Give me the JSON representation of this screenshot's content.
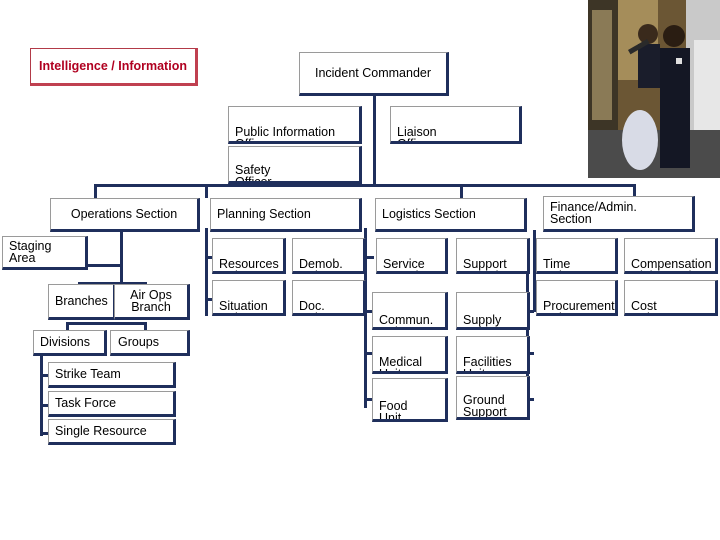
{
  "intel": "Intelligence / Information",
  "commander": "Incident Commander",
  "command_staff": {
    "public_info": "Public Information\nOfficer",
    "liaison": "Liaison\nOfficer",
    "safety": "Safety\nOfficer"
  },
  "sections": {
    "operations": "Operations Section",
    "planning": "Planning Section",
    "logistics": "Logistics Section",
    "finance": "Finance/Admin.\nSection"
  },
  "operations": {
    "staging": "Staging Area",
    "branches": "Branches",
    "air_ops": "Air Ops\nBranch",
    "divisions": "Divisions",
    "groups": "Groups",
    "strike_team": "Strike Team",
    "task_force": "Task Force",
    "single_resource": "Single Resource"
  },
  "planning": {
    "resources": "Resources\nUnit",
    "demob": "Demob.\nUnit",
    "situation": "Situation\nUnit",
    "doc": "Doc.\nUnit"
  },
  "logistics": {
    "service": "Service\nBranch",
    "support": "Support\nBranch",
    "commun": "Commun.\nUnit",
    "supply": "Supply\nUnit",
    "medical": "Medical\nUnit",
    "facilities": "Facilities\nUnit",
    "food": "Food\nUnit",
    "ground_support": "Ground\nSupport\nUnit"
  },
  "finance": {
    "time": "Time\nUnit",
    "compensation": "Compensation\nClaims Unit",
    "procurement": "Procurement\nUnit",
    "cost": "Cost\n Unit"
  },
  "colors": {
    "box_shadow": "#1f2f5c",
    "intel_text": "#b00020",
    "intel_border": "#c04050"
  }
}
